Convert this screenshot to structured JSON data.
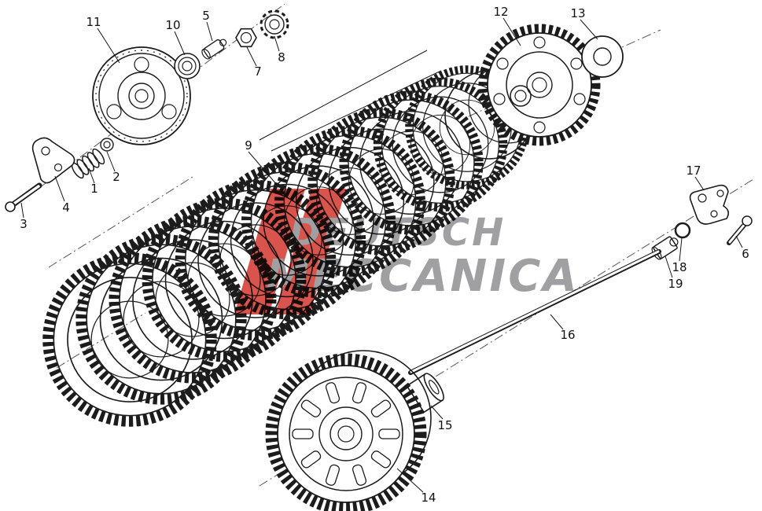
{
  "watermark": {
    "line1": "DEUTSCH",
    "line2": "MECCANICA"
  },
  "colors": {
    "line": "#1c1c1c",
    "watermark_text": "#98989a",
    "watermark_red": "#d23128",
    "background": "#ffffff"
  },
  "callouts": [
    {
      "label": "1"
    },
    {
      "label": "2"
    },
    {
      "label": "3"
    },
    {
      "label": "4"
    },
    {
      "label": "5"
    },
    {
      "label": "6"
    },
    {
      "label": "7"
    },
    {
      "label": "8"
    },
    {
      "label": "9"
    },
    {
      "label": "10"
    },
    {
      "label": "11"
    },
    {
      "label": "12"
    },
    {
      "label": "13"
    },
    {
      "label": "14"
    },
    {
      "label": "15"
    },
    {
      "label": "16"
    },
    {
      "label": "17"
    },
    {
      "label": "18"
    },
    {
      "label": "19"
    }
  ]
}
